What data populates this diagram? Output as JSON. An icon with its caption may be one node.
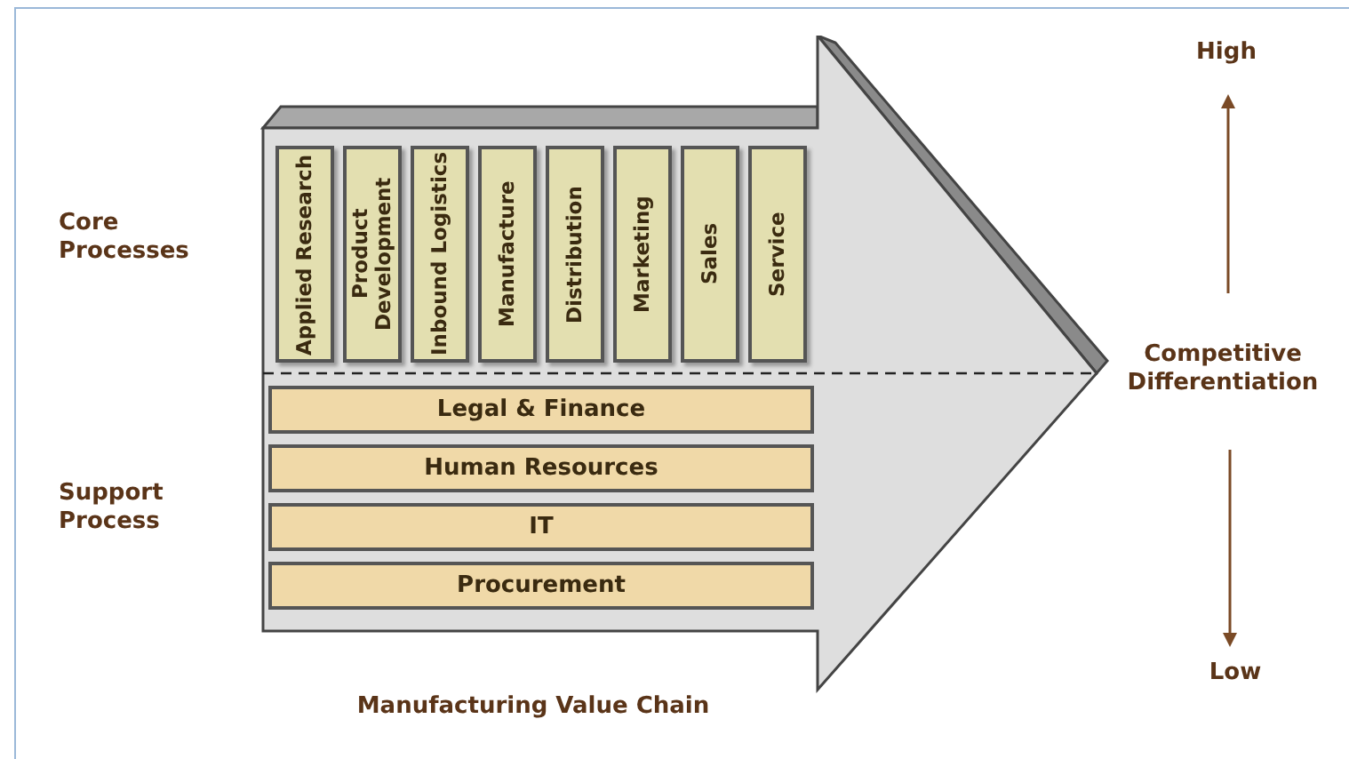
{
  "diagram": {
    "caption": "Manufacturing Value Chain",
    "nodes": [
      {
        "text": [],
        "shape": "arrow"
      },
      {
        "text": [
          "Applied Research"
        ],
        "in": 0
      },
      {
        "text": [
          "Product Development"
        ],
        "in": 0
      },
      {
        "text": [
          "Inbound Logistics"
        ],
        "in": 0
      },
      {
        "text": [
          "Manufacture"
        ],
        "in": 0
      },
      {
        "text": [
          "Distribution"
        ],
        "in": 0
      },
      {
        "text": [
          "Marketing"
        ],
        "in": 0
      },
      {
        "text": [
          "Sales"
        ],
        "in": 0
      },
      {
        "text": [
          "Service"
        ],
        "in": 0
      },
      {
        "text": [
          "Legal & Finance"
        ],
        "in": 0
      },
      {
        "text": [
          "Human Resources"
        ],
        "in": 0
      },
      {
        "text": [
          "IT"
        ],
        "in": 0
      },
      {
        "text": [
          "Procurement"
        ],
        "in": 0
      }
    ],
    "edges": [],
    "labels": [
      "High",
      "Core Processes",
      "Competitive Differentiation",
      "Support Process",
      "Low"
    ]
  }
}
